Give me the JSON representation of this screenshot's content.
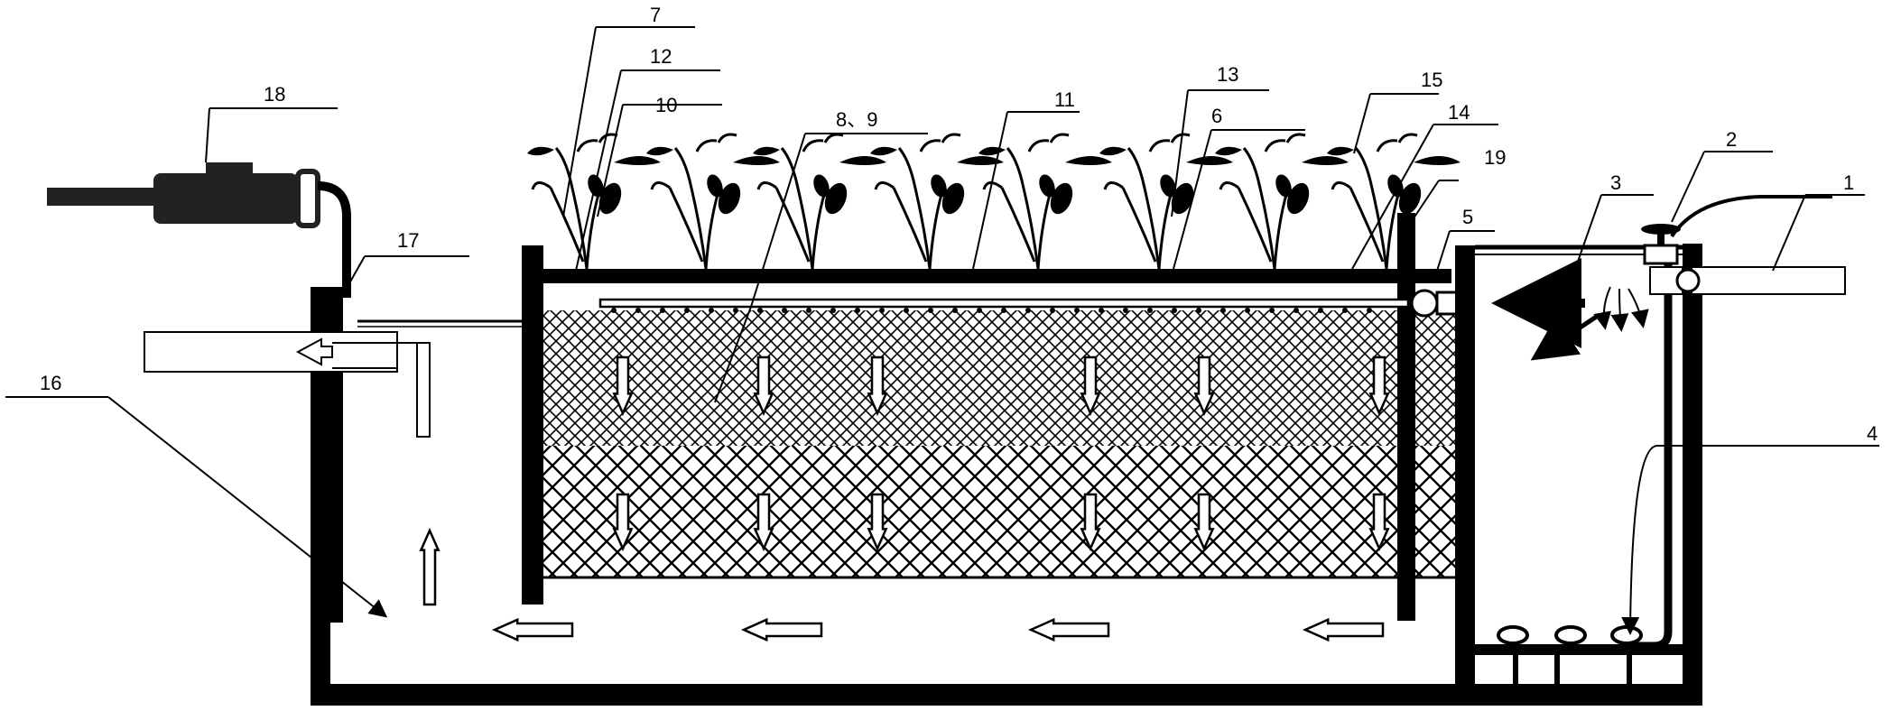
{
  "colors": {
    "wall": "#000000",
    "background": "#ffffff",
    "arrow_fill": "#ffffff",
    "pump": "#222222"
  },
  "labels": {
    "l1": "1",
    "l2": "2",
    "l3": "3",
    "l4": "4",
    "l5": "5",
    "l6": "6",
    "l7": "7",
    "l8_9": "8、9",
    "l10": "10",
    "l11": "11",
    "l12": "12",
    "l13": "13",
    "l14": "14",
    "l15": "15",
    "l16": "16",
    "l17": "17",
    "l18": "18",
    "l19": "19"
  },
  "icons": {
    "pump": "pump-icon",
    "valve": "valve-icon",
    "plants": "plant-icon",
    "flow_arrows": "flow-arrow-icon"
  }
}
